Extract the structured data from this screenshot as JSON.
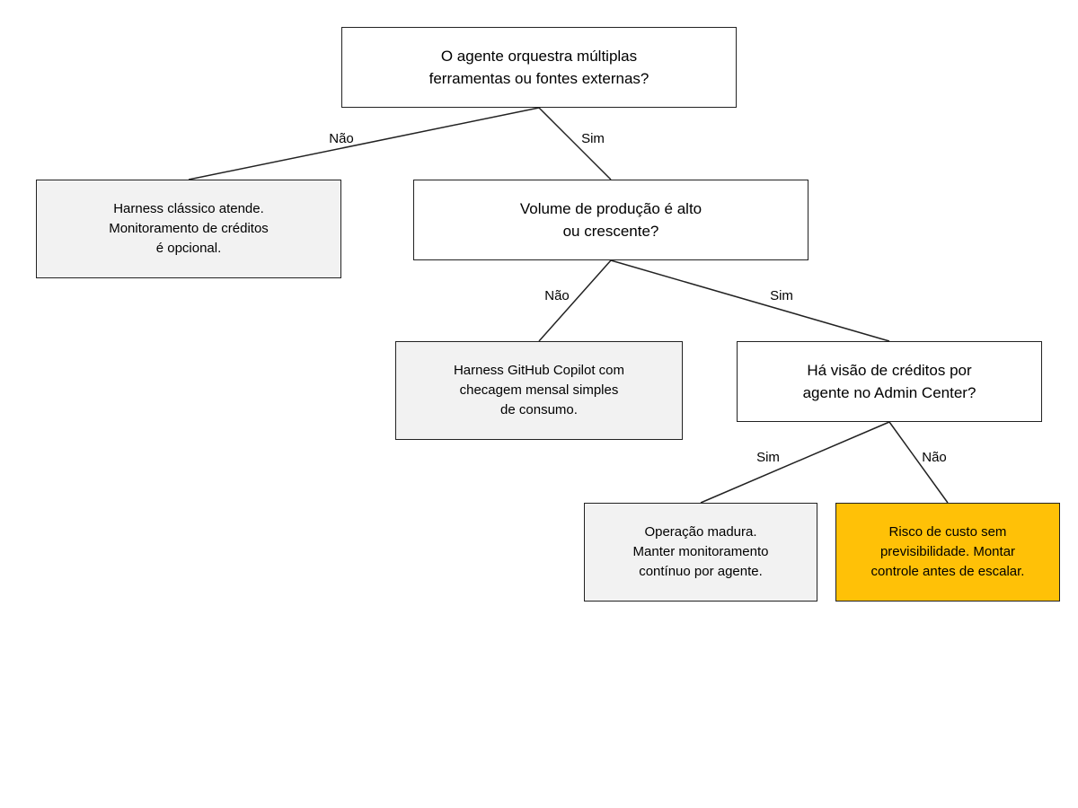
{
  "diagram": {
    "nodes": {
      "q1": {
        "text": "O agente orquestra múltiplas\nferramentas ou fontes externas?",
        "kind": "decision"
      },
      "q2": {
        "text": "Volume de produção é alto\nou crescente?",
        "kind": "decision"
      },
      "q3": {
        "text": "Há visão de créditos por\nagente no Admin Center?",
        "kind": "decision"
      },
      "o1": {
        "text": "Harness clássico atende.\nMonitoramento de créditos\né opcional.",
        "kind": "outcome"
      },
      "o2": {
        "text": "Harness GitHub Copilot com\nchecagem mensal simples\nde consumo.",
        "kind": "outcome"
      },
      "o3": {
        "text": "Operação madura.\nManter monitoramento\ncontínuo por agente.",
        "kind": "outcome"
      },
      "o4": {
        "text": "Risco de custo sem\nprevisibilidade. Montar\ncontrole antes de escalar.",
        "kind": "outcome-warning"
      }
    },
    "edges": [
      {
        "from": "q1",
        "to": "o1",
        "label": "Não"
      },
      {
        "from": "q1",
        "to": "q2",
        "label": "Sim"
      },
      {
        "from": "q2",
        "to": "o2",
        "label": "Não"
      },
      {
        "from": "q2",
        "to": "q3",
        "label": "Sim"
      },
      {
        "from": "q3",
        "to": "o3",
        "label": "Sim"
      },
      {
        "from": "q3",
        "to": "o4",
        "label": "Não"
      }
    ],
    "colors": {
      "outcome_fill": "#f2f2f2",
      "warning_fill": "#ffc107",
      "decision_fill": "#ffffff",
      "stroke": "#222222"
    }
  }
}
